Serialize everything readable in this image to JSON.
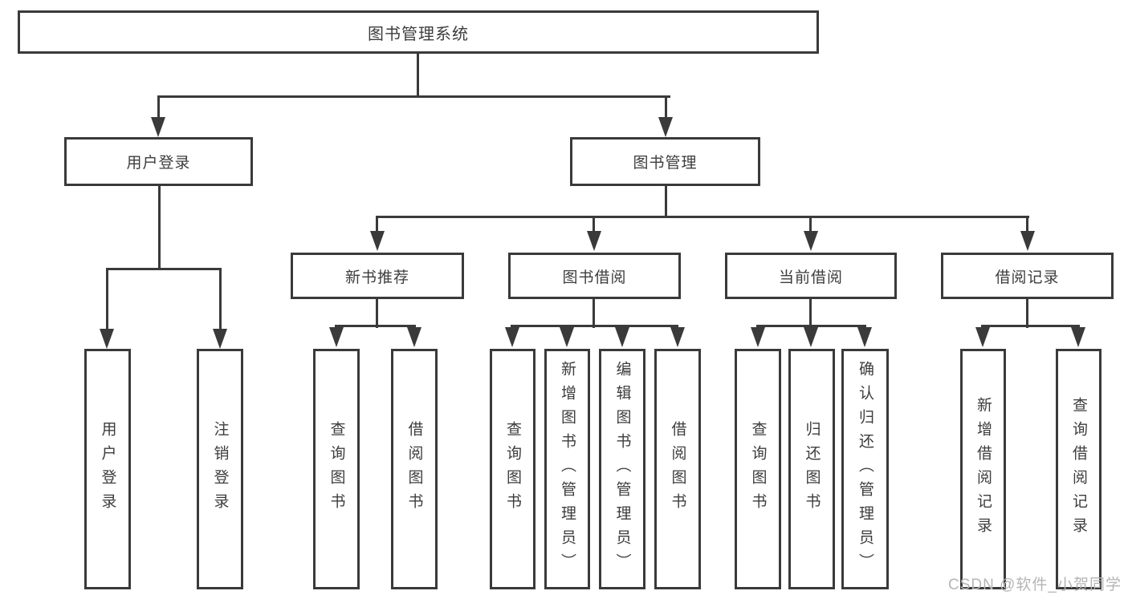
{
  "diagram": {
    "root": "图书管理系统",
    "user_login": "用户登录",
    "book_mgmt": "图书管理",
    "new_book": "新书推荐",
    "borrow": "图书借阅",
    "current": "当前借阅",
    "records": "借阅记录",
    "leaves": {
      "user_login": "用户登录",
      "logout": "注销登录",
      "nb_query": "查询图书",
      "nb_borrow": "借阅图书",
      "bb_query": "查询图书",
      "bb_add": "新增图书（管理员）",
      "bb_edit": "编辑图书（管理员）",
      "bb_borrow": "借阅图书",
      "cb_query": "查询图书",
      "cb_return": "归还图书",
      "cb_confirm": "确认归还（管理员）",
      "br_add": "新增借阅记录",
      "br_query": "查询借阅记录"
    }
  },
  "watermark": "CSDN @软件_小贺同学"
}
